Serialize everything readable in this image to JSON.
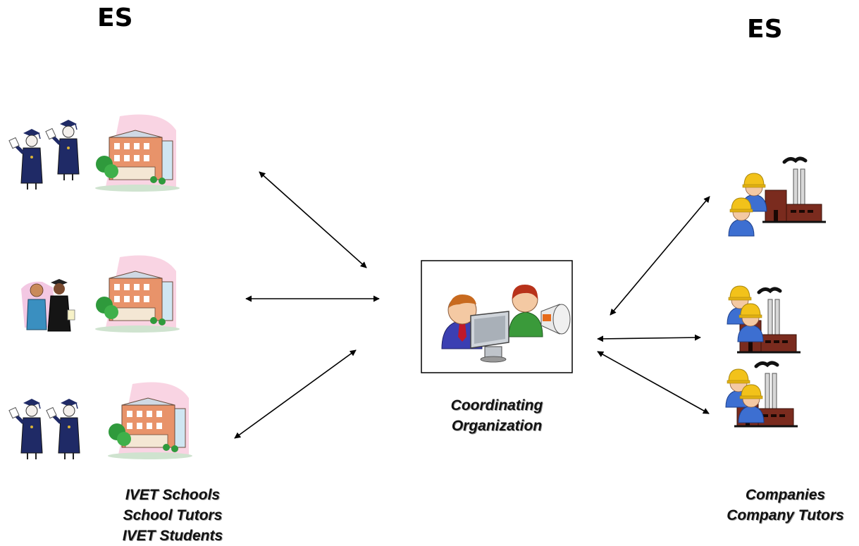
{
  "headings": {
    "left": "ES",
    "right": "ES"
  },
  "captions": {
    "center": [
      "Coordinating",
      "Organization"
    ],
    "left": [
      "IVET Schools",
      "School Tutors",
      "IVET Students"
    ],
    "right": [
      "Companies",
      "Company Tutors"
    ]
  },
  "colors": {
    "gown": "#1f2a66",
    "building_wall": "#e8936a",
    "building_bg": "#f7c9dc",
    "tree": "#2f9a3c",
    "factory": "#7a2b1e",
    "helmet": "#f2c21a",
    "worker_shirt": "#3d6fd1",
    "arrow": "#000000"
  }
}
